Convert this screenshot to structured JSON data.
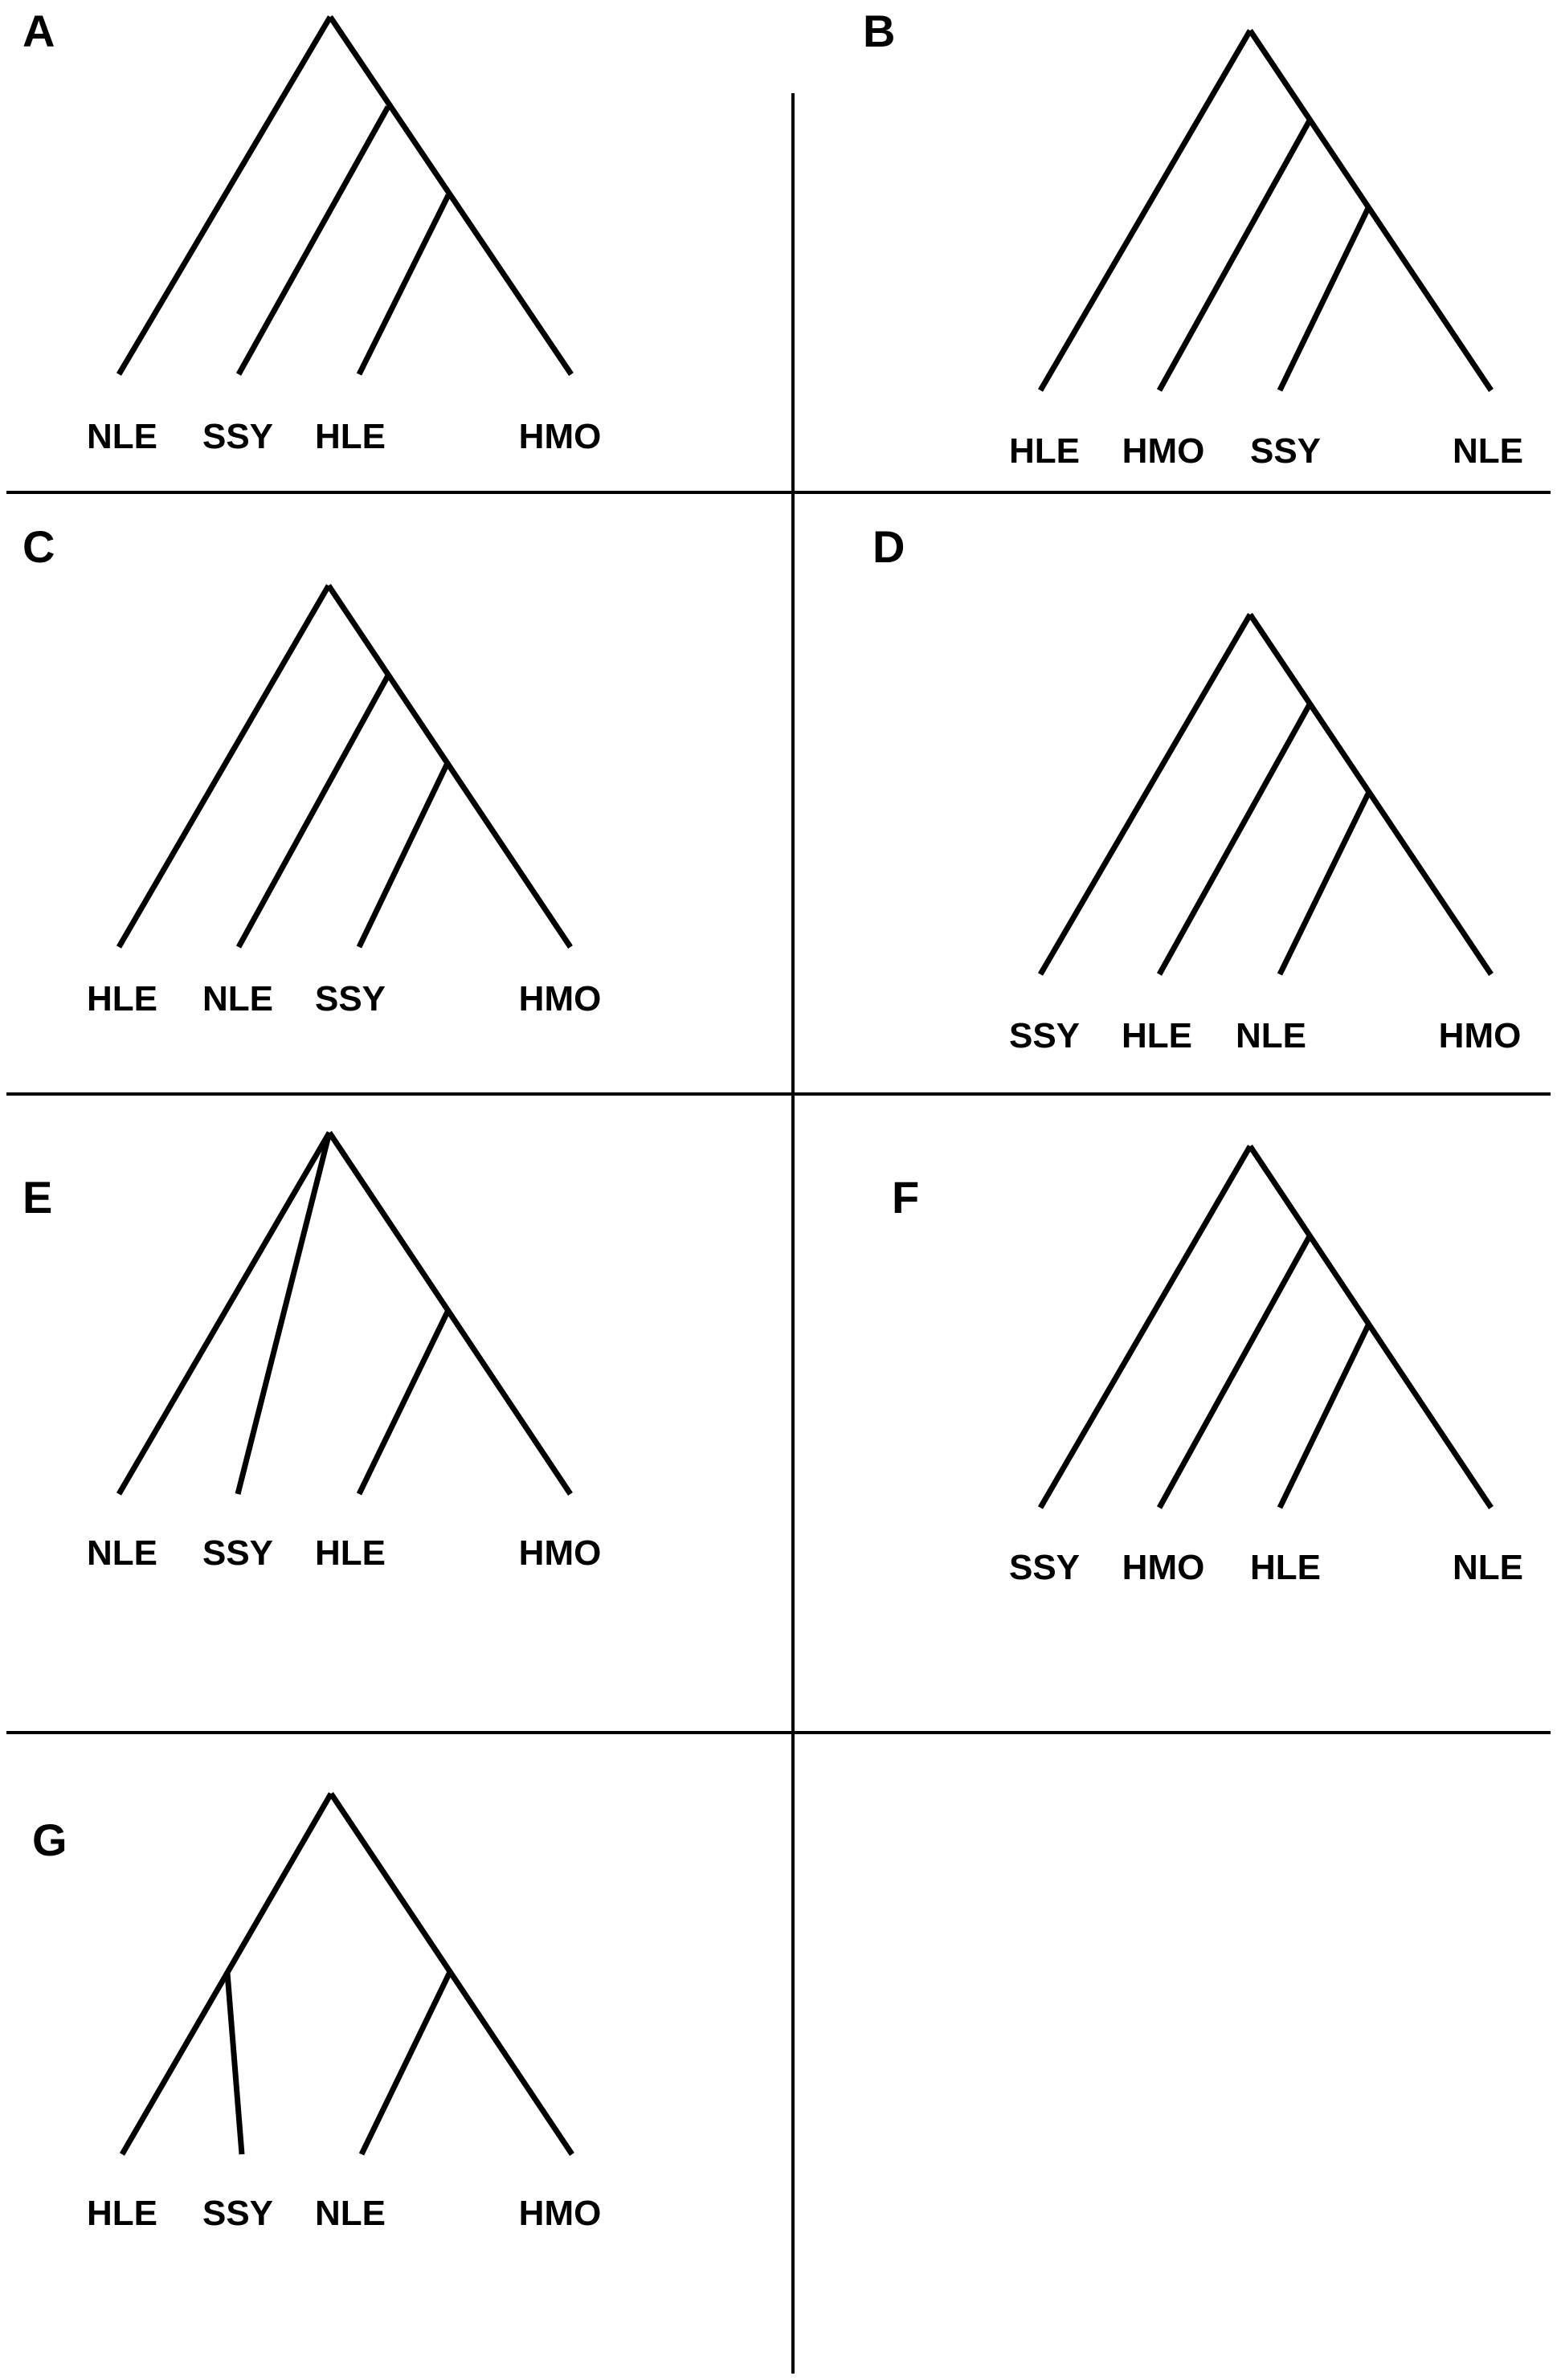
{
  "colors": {
    "line": "#000000",
    "background": "#ffffff",
    "text": "#000000"
  },
  "panels": [
    {
      "id": "A",
      "letter": "A",
      "taxa": [
        "NLE",
        "SSY",
        "HLE",
        "HMO"
      ],
      "topology": "(NLE,(SSY,(HLE,HMO)))"
    },
    {
      "id": "B",
      "letter": "B",
      "taxa": [
        "HLE",
        "HMO",
        "SSY",
        "NLE"
      ],
      "topology": "(HLE,(HMO,(SSY,NLE)))"
    },
    {
      "id": "C",
      "letter": "C",
      "taxa": [
        "HLE",
        "NLE",
        "SSY",
        "HMO"
      ],
      "topology": "(HLE,(NLE,(SSY,HMO)))"
    },
    {
      "id": "D",
      "letter": "D",
      "taxa": [
        "SSY",
        "HLE",
        "NLE",
        "HMO"
      ],
      "topology": "(SSY,(HLE,(NLE,HMO)))"
    },
    {
      "id": "E",
      "letter": "E",
      "taxa": [
        "NLE",
        "SSY",
        "HLE",
        "HMO"
      ],
      "topology": "(NLE,SSY,(HLE,HMO))"
    },
    {
      "id": "F",
      "letter": "F",
      "taxa": [
        "SSY",
        "HMO",
        "HLE",
        "NLE"
      ],
      "topology": "(SSY,(HMO,(HLE,NLE)))"
    },
    {
      "id": "G",
      "letter": "G",
      "taxa": [
        "HLE",
        "SSY",
        "NLE",
        "HMO"
      ],
      "topology": "((HLE,SSY),(NLE,HMO))"
    }
  ]
}
